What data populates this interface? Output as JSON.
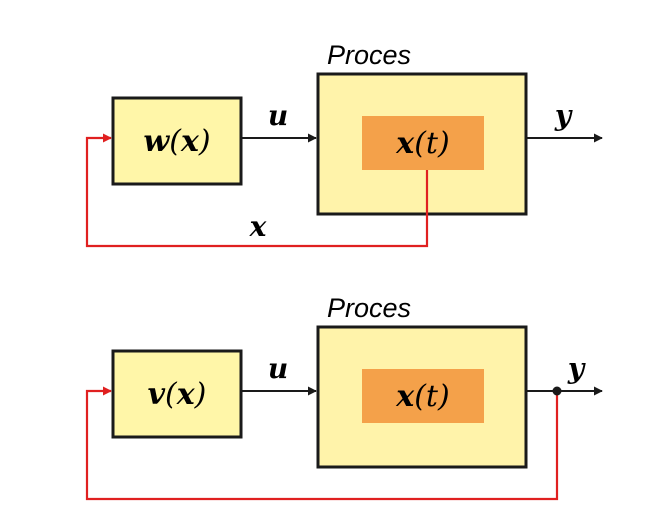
{
  "diagram_top": {
    "process_title": "Proces",
    "controller": {
      "name": "w",
      "arg": "x"
    },
    "state": {
      "name": "x",
      "arg": "t"
    },
    "input_label": "u",
    "output_label": "y",
    "feedback_label": "x"
  },
  "diagram_bottom": {
    "process_title": "Proces",
    "controller": {
      "name": "v",
      "arg": "x"
    },
    "state": {
      "name": "x",
      "arg": "t"
    },
    "input_label": "u",
    "output_label": "y"
  },
  "colors": {
    "controller_fill": "#fff6a8",
    "process_fill": "#fff3aa",
    "state_fill": "#f4a14a",
    "outline": "#1a1a1a",
    "feedback": "#e02020",
    "signal": "#1a1a1a"
  }
}
